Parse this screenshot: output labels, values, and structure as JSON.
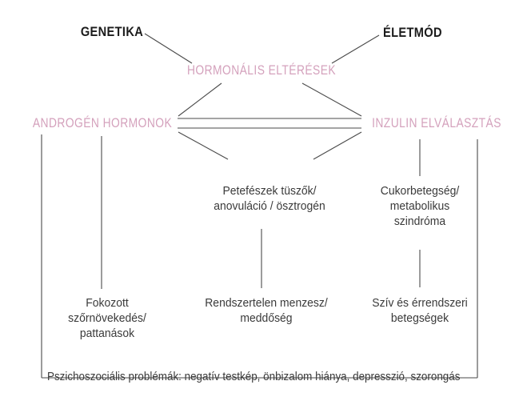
{
  "diagram": {
    "title_language": "hu",
    "colors": {
      "pink": "#d4a1bc",
      "dark_text": "#1b1b1b",
      "body_text": "#3a3a3a",
      "line": "#4a4a4a",
      "background": "#ffffff"
    },
    "drivers": [
      {
        "id": "genetika",
        "label": "GENETIKA"
      },
      {
        "id": "eletmod",
        "label": "ÉLETMÓD"
      }
    ],
    "hormonal": {
      "id": "hormonalis",
      "label": "HORMONÁLIS ELTÉRÉSEK"
    },
    "mediators": [
      {
        "id": "androgen",
        "label": "ANDROGÉN HORMONOK"
      },
      {
        "id": "inzulin",
        "label": "INZULIN ELVÁLASZTÁS"
      }
    ],
    "outcomes": [
      {
        "id": "petefeszek",
        "label": "Petefészek tüszők/\nanovuláció / ösztrogén"
      },
      {
        "id": "cukorbetegseg",
        "label": "Cukorbetegség/\nmetabolikus\nszindróma"
      },
      {
        "id": "fokozott",
        "label": "Fokozott\nszőrnövekedés/\npattanások"
      },
      {
        "id": "rendszertelen",
        "label": "Rendszertelen menzesz/\nmeddőség"
      },
      {
        "id": "sziv",
        "label": "Szív és érrendszeri\nbetegségek"
      }
    ],
    "footer": {
      "id": "pszichoszocialis",
      "label": "Pszichoszociális problémák: negatív testkép, önbizalom hiánya, depresszió, szorongás"
    }
  }
}
